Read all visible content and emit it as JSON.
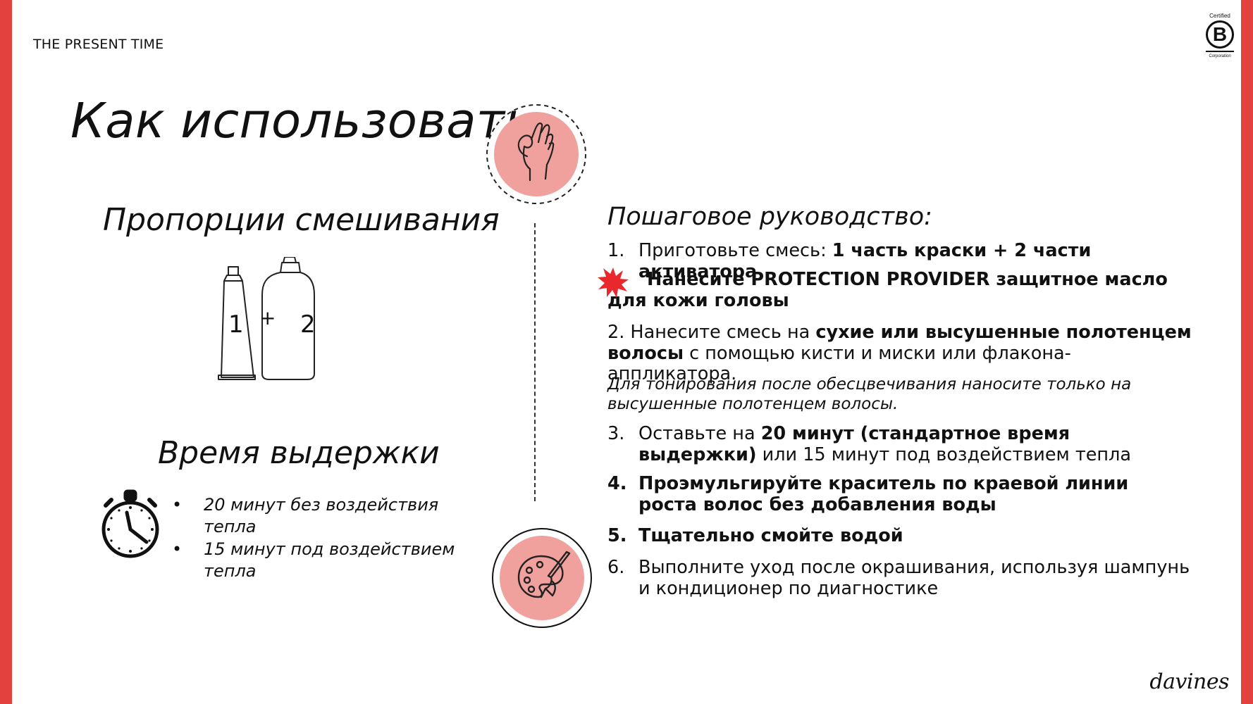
{
  "brand": "THE PRESENT TIME",
  "certification": {
    "line1": "Certified",
    "letter": "B",
    "line2": "Corporation"
  },
  "title": "Как использовать",
  "mixing": {
    "heading": "Пропорции смешивания",
    "part1": "1",
    "plus": "+",
    "part2": "2"
  },
  "processing": {
    "heading": "Время выдержки",
    "items": [
      "20 минут без воздействия тепла",
      "15 минут под воздействием тепла"
    ]
  },
  "guide": {
    "heading": "Пошаговое руководство:",
    "step1": {
      "num": "1.",
      "text": "Приготовьте смесь: ",
      "bold": "1 часть краски + 2 части активатора"
    },
    "protect": {
      "text": "Нанесите PROTECTION PROVIDER защитное масло для кожи головы"
    },
    "step2": {
      "text_a": "2. Нанесите смесь на ",
      "bold": "сухие или высушенные полотенцем волосы",
      "text_b": " с помощью кисти и миски или флакона-аппликатора."
    },
    "note": "Для тонирования после обесцвечивания наносите только на высушенные полотенцем волосы.",
    "step3": {
      "num": "3.",
      "text_a": "Оставьте на ",
      "bold": "20 минут (стандартное время выдержки)",
      "text_b": " или 15 минут под воздействием тепла"
    },
    "step4": {
      "num": "4.",
      "text": "Проэмульгируйте краситель по краевой линии роста волос без добавления воды"
    },
    "step5": {
      "num": "5.",
      "text": "Тщательно смойте водой"
    },
    "step6": {
      "num": "6.",
      "text": "Выполните уход после окрашивания, используя шампунь и кондиционер по диагностике"
    }
  },
  "logo": "davines",
  "colors": {
    "accent": "#e3413e",
    "icon_fill": "#f0a09d",
    "burst": "#e8282c"
  }
}
